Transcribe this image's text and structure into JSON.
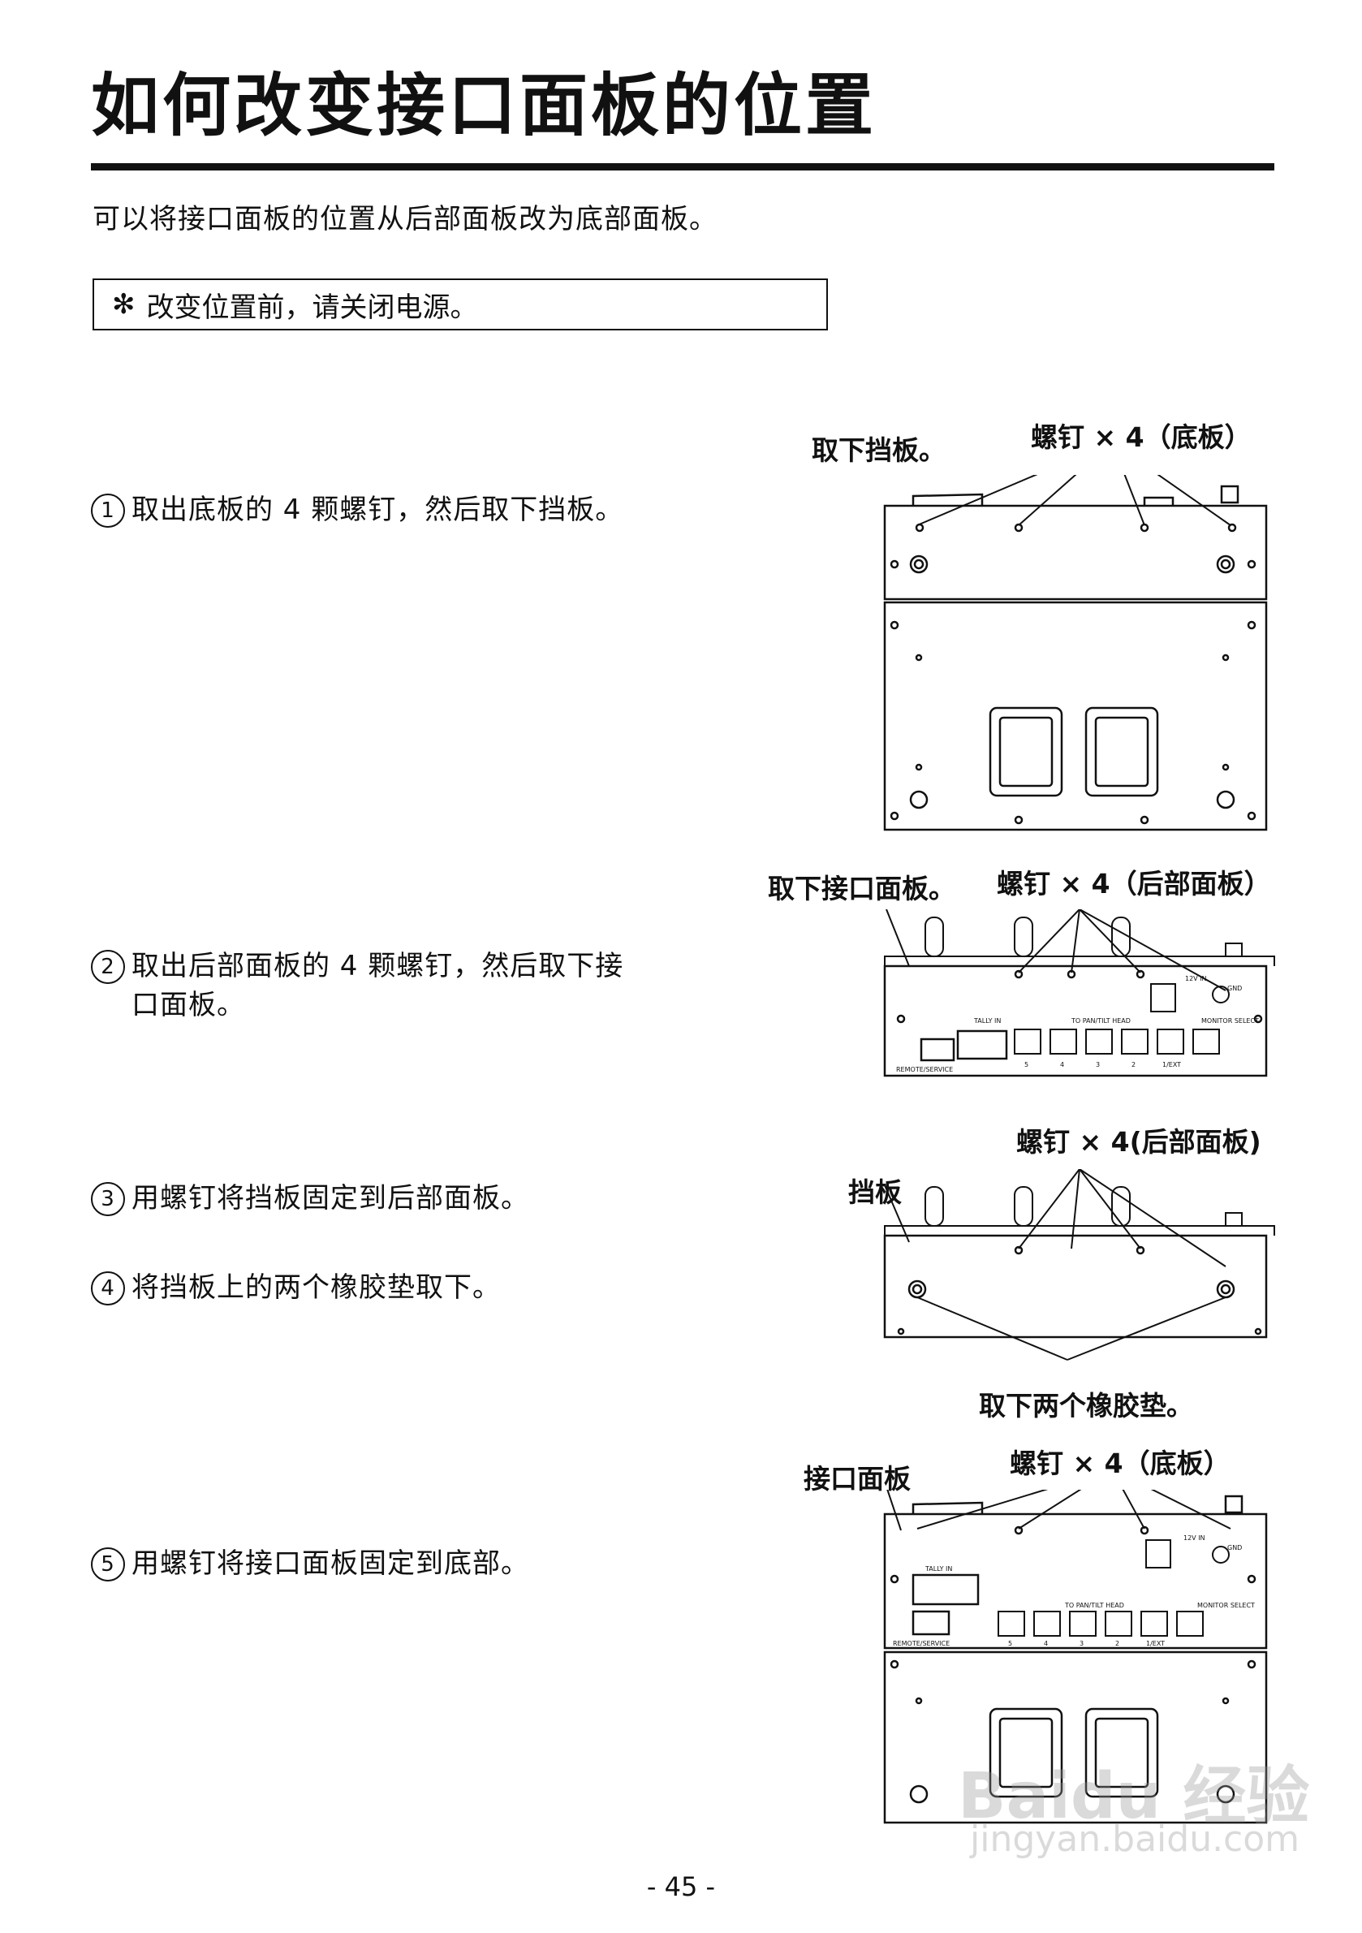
{
  "title": "如何改变接口面板的位置",
  "intro": "可以将接口面板的位置从后部面板改为底部面板。",
  "note": {
    "mark": "✻",
    "text": "改变位置前，请关闭电源。"
  },
  "steps": [
    {
      "num": "1",
      "lines": [
        "取出底板的 4 颗螺钉，然后取下挡板。"
      ]
    },
    {
      "num": "2",
      "lines": [
        "取出后部面板的 4 颗螺钉，然后取下接",
        "口面板。"
      ]
    },
    {
      "num": "3",
      "lines": [
        "用螺钉将挡板固定到后部面板。"
      ]
    },
    {
      "num": "4",
      "lines": [
        "将挡板上的两个橡胶垫取下。"
      ]
    },
    {
      "num": "5",
      "lines": [
        "用螺钉将接口面板固定到底部。"
      ]
    }
  ],
  "figures": {
    "fig1": {
      "label_left": "取下挡板。",
      "label_right": "螺钉 × 4（底板）"
    },
    "fig2": {
      "label_left": "取下接口面板。",
      "label_right": "螺钉 × 4（后部面板）",
      "panel_texts": [
        "TALLY IN",
        "TO PAN/TILT HEAD",
        "MONITOR SELECT",
        "REMOTE/SERVICE",
        "12V IN",
        "GND",
        "5",
        "4",
        "3",
        "2",
        "1/EXT"
      ]
    },
    "fig3": {
      "label_left": "挡板",
      "label_right": "螺钉 × 4(后部面板)",
      "label_bottom": "取下两个橡胶垫。"
    },
    "fig4": {
      "label_left": "接口面板",
      "label_right": "螺钉 × 4（底板）",
      "panel_texts": [
        "TALLY IN",
        "TO PAN/TILT HEAD",
        "MONITOR SELECT",
        "REMOTE/SERVICE",
        "12V IN",
        "GND",
        "5",
        "4",
        "3",
        "2",
        "1/EXT"
      ]
    }
  },
  "page_number": "- 45 -",
  "watermark": {
    "text": "Baidu 经验",
    "url": "jingyan.baidu.com"
  }
}
